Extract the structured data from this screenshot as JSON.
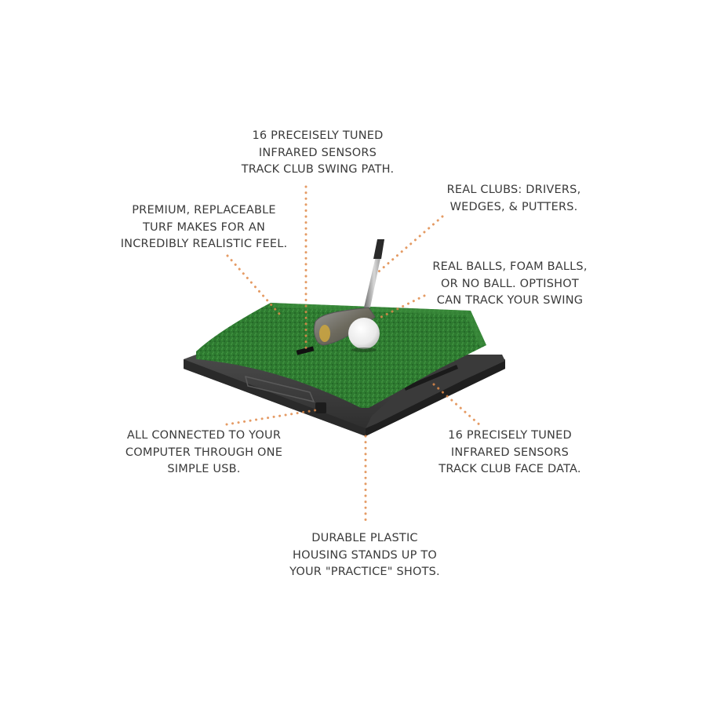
{
  "diagram": {
    "subject": "Golf simulator hitting mat",
    "accent_color": "#e08a4a",
    "turf_color": "#2f7a2f",
    "housing_color": "#3b3b3b",
    "callouts": [
      {
        "id": "swing-path-sensors",
        "lines": [
          "16 PRECEISELY TUNED",
          "INFRARED SENSORS",
          "TRACK CLUB SWING PATH."
        ]
      },
      {
        "id": "turf",
        "lines": [
          "PREMIUM, REPLACEABLE",
          "TURF MAKES FOR AN",
          "INCREDIBLY REALISTIC FEEL."
        ]
      },
      {
        "id": "real-clubs",
        "lines": [
          "REAL CLUBS: DRIVERS,",
          "WEDGES, & PUTTERS."
        ]
      },
      {
        "id": "balls",
        "lines": [
          "REAL BALLS, FOAM BALLS,",
          "OR NO BALL. OPTISHOT",
          "CAN TRACK YOUR SWING"
        ]
      },
      {
        "id": "usb",
        "lines": [
          "ALL CONNECTED TO YOUR",
          "COMPUTER THROUGH ONE",
          "SIMPLE USB."
        ]
      },
      {
        "id": "face-sensors",
        "lines": [
          "16 PRECISELY TUNED",
          "INFRARED SENSORS",
          "TRACK CLUB FACE DATA."
        ]
      },
      {
        "id": "housing",
        "lines": [
          "DURABLE PLASTIC",
          "HOUSING STANDS UP TO",
          "YOUR \"PRACTICE\" SHOTS."
        ]
      }
    ]
  }
}
